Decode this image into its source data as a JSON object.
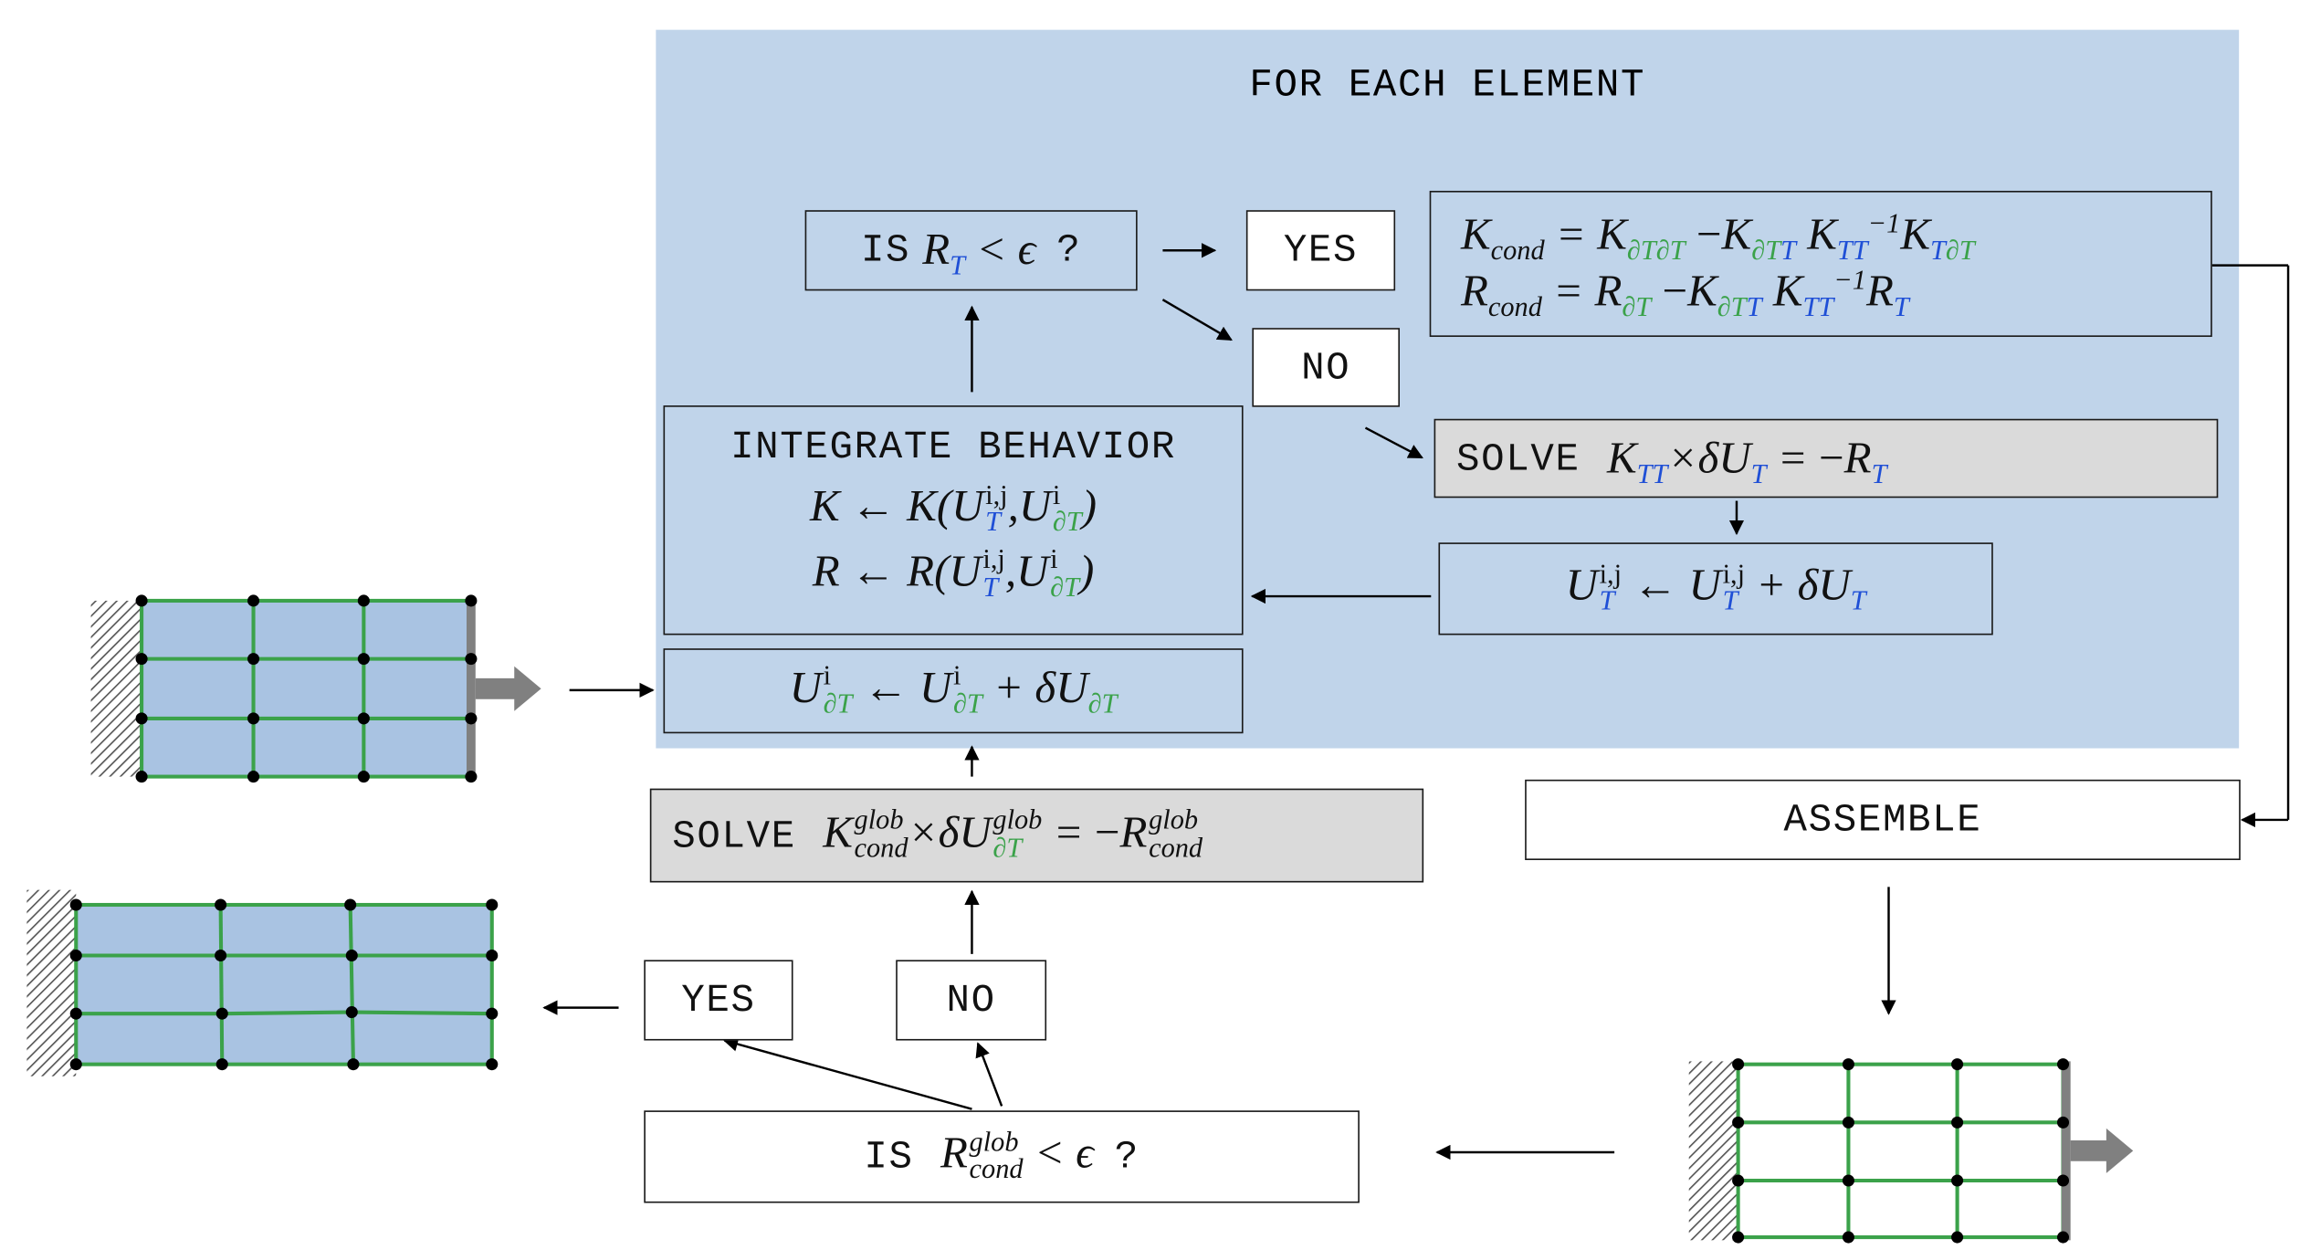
{
  "panel": {
    "title": "FOR EACH ELEMENT"
  },
  "boxes": {
    "is_rt": {
      "prefix": "IS",
      "suffix": "?"
    },
    "yes_inner": "YES",
    "no_inner": "NO",
    "solve_local": {
      "prefix": "SOLVE"
    },
    "integrate": {
      "title": "INTEGRATE BEHAVIOR"
    },
    "assemble": "ASSEMBLE",
    "solve_global": {
      "prefix": "SOLVE"
    },
    "yes_outer": "YES",
    "no_outer": "NO",
    "is_rglob": {
      "prefix": "IS",
      "suffix": "?"
    }
  },
  "colors": {
    "panel_bg": "#c0d4ea",
    "grey_box": "#dadada",
    "mesh_fill": "#a9c3e2",
    "mesh_line": "#3ba24a",
    "blue_sub": "#1f4fd6",
    "green_sub": "#3ba24a",
    "arrow_grey": "#808080"
  },
  "icons": [
    "arrow-icon",
    "hatched-wall-icon",
    "mesh-icon",
    "load-arrow-icon"
  ]
}
